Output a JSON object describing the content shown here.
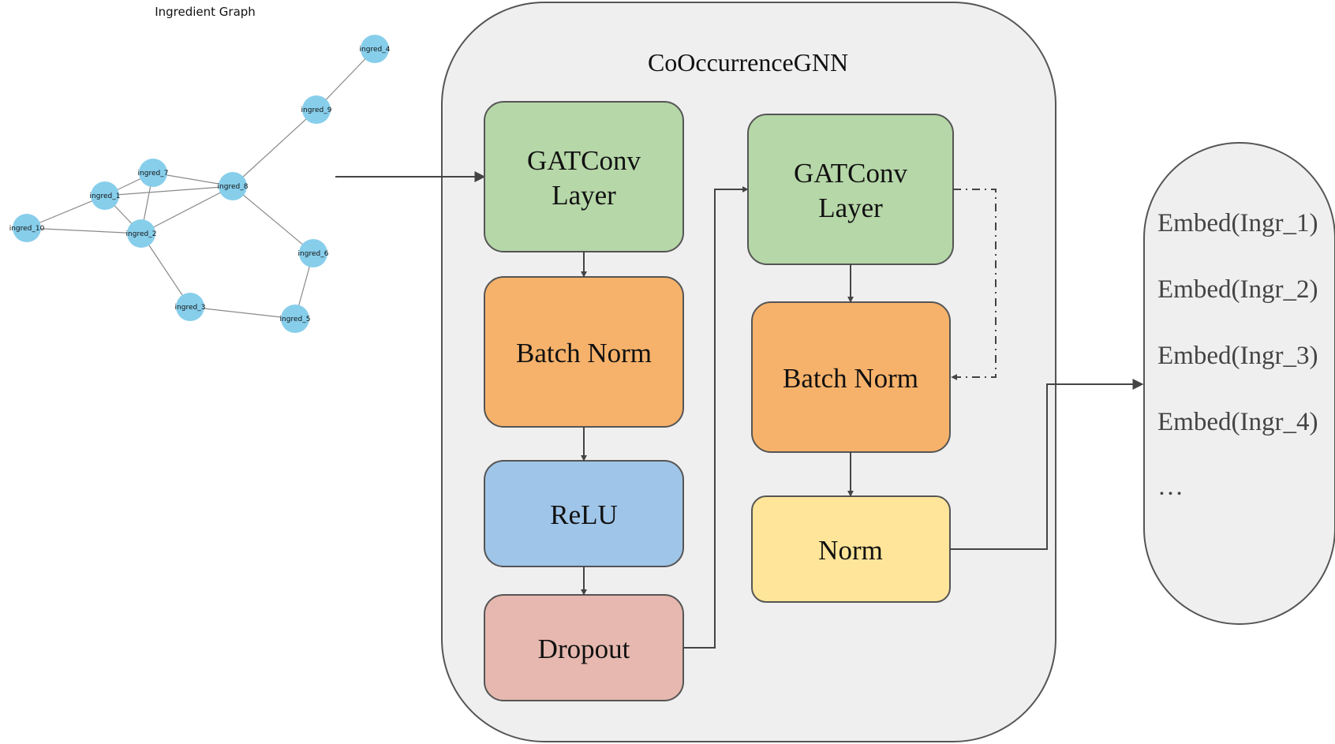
{
  "graph": {
    "title": "Ingredient Graph",
    "nodes": [
      {
        "id": "ingred_4",
        "label": "ingred_4"
      },
      {
        "id": "ingred_9",
        "label": "ingred_9"
      },
      {
        "id": "ingred_7",
        "label": "ingred_7"
      },
      {
        "id": "ingred_8",
        "label": "ingred_8"
      },
      {
        "id": "ingred_1",
        "label": "ingred_1"
      },
      {
        "id": "ingred_10",
        "label": "ingred_10"
      },
      {
        "id": "ingred_2",
        "label": "ingred_2"
      },
      {
        "id": "ingred_6",
        "label": "ingred_6"
      },
      {
        "id": "ingred_3",
        "label": "ingred_3"
      },
      {
        "id": "ingred_5",
        "label": "ingred_5"
      }
    ],
    "edges": [
      [
        "ingred_4",
        "ingred_9"
      ],
      [
        "ingred_9",
        "ingred_8"
      ],
      [
        "ingred_7",
        "ingred_8"
      ],
      [
        "ingred_7",
        "ingred_1"
      ],
      [
        "ingred_7",
        "ingred_2"
      ],
      [
        "ingred_1",
        "ingred_8"
      ],
      [
        "ingred_1",
        "ingred_10"
      ],
      [
        "ingred_1",
        "ingred_2"
      ],
      [
        "ingred_10",
        "ingred_2"
      ],
      [
        "ingred_2",
        "ingred_8"
      ],
      [
        "ingred_8",
        "ingred_6"
      ],
      [
        "ingred_2",
        "ingred_3"
      ],
      [
        "ingred_6",
        "ingred_5"
      ],
      [
        "ingred_3",
        "ingred_5"
      ]
    ],
    "node_color": "#87ceeb",
    "edge_color": "#8a8a8a"
  },
  "model": {
    "title": "CoOccurrenceGNN",
    "container_fill": "#efefef",
    "left_column": [
      {
        "lines": [
          "GATConv",
          "Layer"
        ],
        "color": "#b6d7a8"
      },
      {
        "lines": [
          "Batch Norm"
        ],
        "color": "#f6b26b"
      },
      {
        "lines": [
          "ReLU"
        ],
        "color": "#9fc5e8"
      },
      {
        "lines": [
          "Dropout"
        ],
        "color": "#e6b8af"
      }
    ],
    "right_column": [
      {
        "lines": [
          "GATConv",
          "Layer"
        ],
        "color": "#b6d7a8"
      },
      {
        "lines": [
          "Batch Norm"
        ],
        "color": "#f6b26b"
      },
      {
        "lines": [
          "Norm"
        ],
        "color": "#ffe599"
      }
    ]
  },
  "output": {
    "items": [
      "Embed(Ingr_1)",
      "Embed(Ingr_2)",
      "Embed(Ingr_3)",
      "Embed(Ingr_4)",
      "…"
    ],
    "fill": "#efefef"
  }
}
